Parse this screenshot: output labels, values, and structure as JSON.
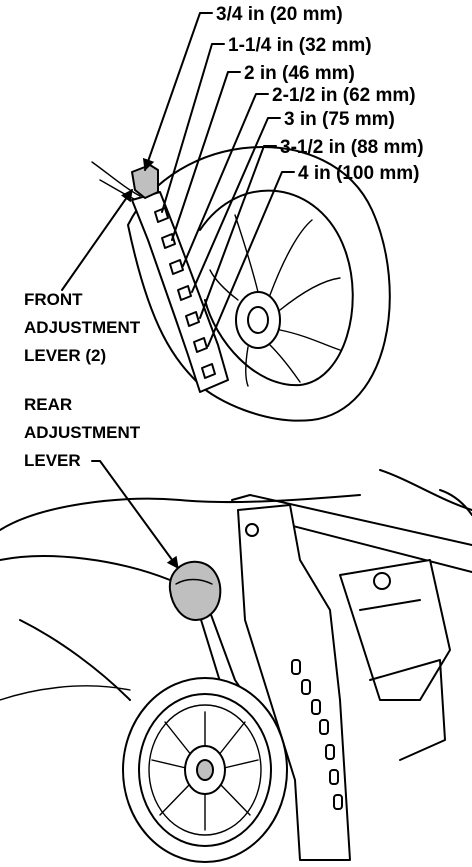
{
  "height_settings": [
    "3/4 in (20 mm)",
    "1-1/4 in (32 mm)",
    "2 in (46 mm)",
    "2-1/2 in (62 mm)",
    "3 in (75 mm)",
    "3-1/2 in (88 mm)",
    "4 in (100 mm)"
  ],
  "front_lever_label": [
    "FRONT",
    "ADJUSTMENT",
    "LEVER (2)"
  ],
  "rear_lever_label": [
    "REAR",
    "ADJUSTMENT",
    "LEVER"
  ]
}
